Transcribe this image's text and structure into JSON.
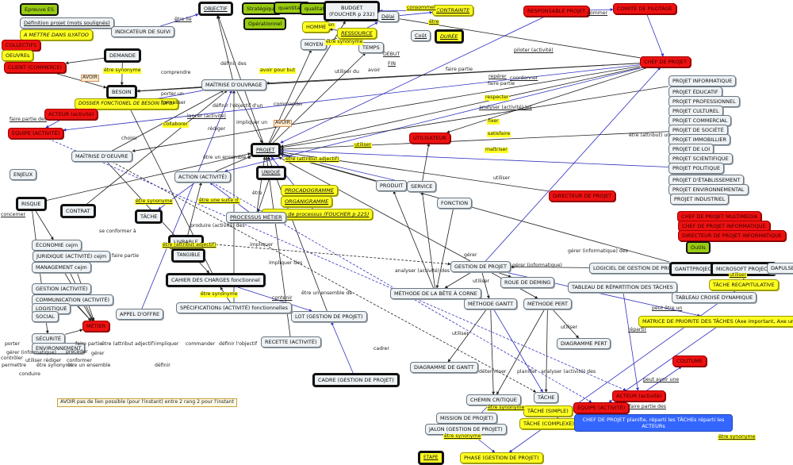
{
  "colors": {
    "red": "#ee1111",
    "yellow": "#ffff22",
    "green": "#99cc11",
    "blue": "#3366ff",
    "grey": "#eef2f5",
    "link_black": "#222222",
    "link_blue": "#3030c0"
  },
  "nodes": [
    {
      "id": "epreuve",
      "text": "Epreuve ES",
      "style": "green"
    },
    {
      "id": "definition",
      "text": "Définition projet (mots soulignés)",
      "style": "grey underline"
    },
    {
      "id": "mettre",
      "text": "A METTRE DANS ILYATOO",
      "style": "yellow italic"
    },
    {
      "id": "collectifs",
      "text": "COLLECTIFS",
      "style": "red"
    },
    {
      "id": "oeuvres",
      "text": "OEUVREs",
      "style": "yellow"
    },
    {
      "id": "client",
      "text": "CLIENT (COMMERCE)",
      "style": "red"
    },
    {
      "id": "indicateur",
      "text": "INDICATEUR DE SUIVI",
      "style": "grey"
    },
    {
      "id": "objectif",
      "text": "OBJECTIF",
      "style": "grey bold underline"
    },
    {
      "id": "strategique",
      "text": "Stratégique",
      "style": "green"
    },
    {
      "id": "quantitatif",
      "text": "quantitatif",
      "style": "green"
    },
    {
      "id": "qualitatif",
      "text": "qualitatif",
      "style": "green"
    },
    {
      "id": "operationnel",
      "text": "Opérationnel",
      "style": "green"
    },
    {
      "id": "budget",
      "text": "BUDGET\n(FOUCHER p 232)",
      "style": "grey bold"
    },
    {
      "id": "delai",
      "text": "Délai",
      "style": "grey underline"
    },
    {
      "id": "contrainte",
      "text": "CONTRAINTE",
      "style": "yellow italic underline"
    },
    {
      "id": "cout",
      "text": "Coût",
      "style": "grey underline"
    },
    {
      "id": "duree",
      "text": "DURÉE",
      "style": "yellow bold italic underline"
    },
    {
      "id": "homme",
      "text": "HOMME",
      "style": "yellow"
    },
    {
      "id": "ressource",
      "text": "RESSOURCE",
      "style": "yellow italic underline"
    },
    {
      "id": "moyen",
      "text": "MOYEN",
      "style": "grey"
    },
    {
      "id": "temps",
      "text": "TEMPS",
      "style": "grey"
    },
    {
      "id": "demande",
      "text": "DEMANDE",
      "style": "grey bold"
    },
    {
      "id": "besoin",
      "text": "BESOIN",
      "style": "grey bold"
    },
    {
      "id": "dfb",
      "text": "DOSSIER FONCTIONEL DE BESOIN (DFB)",
      "style": "yellow italic large"
    },
    {
      "id": "acteur1",
      "text": "ACTEUR (activité)",
      "style": "red"
    },
    {
      "id": "equipe1",
      "text": "ÉQUIPE (ACTIVITÉ)",
      "style": "red"
    },
    {
      "id": "moa",
      "text": "MAÎTRISE D'OUVRAGE",
      "style": "grey"
    },
    {
      "id": "moe",
      "text": "MAÎTRISE D'OEUVRE",
      "style": "grey"
    },
    {
      "id": "enjeux",
      "text": "ENJEUX",
      "style": "grey"
    },
    {
      "id": "responsable",
      "text": "RESPONSABLE PROJET",
      "style": "red"
    },
    {
      "id": "comite",
      "text": "COMITÉ DE PILOTAGE",
      "style": "red"
    },
    {
      "id": "chef",
      "text": "CHEF DE PROJET",
      "style": "red"
    },
    {
      "id": "projet",
      "text": "PROJET",
      "style": "grey bold underline"
    },
    {
      "id": "unique",
      "text": "UNIQUE",
      "style": "grey bold underline large"
    },
    {
      "id": "utilisateur",
      "text": "UTILISATEUR",
      "style": "red"
    },
    {
      "id": "produit",
      "text": "PRODUIT",
      "style": "grey"
    },
    {
      "id": "service",
      "text": "SERVICE",
      "style": "grey"
    },
    {
      "id": "fonction",
      "text": "FONCTION",
      "style": "grey"
    },
    {
      "id": "directeur",
      "text": "DIRECTEUR DE PROJET",
      "style": "red"
    },
    {
      "id": "action",
      "text": "ACTION (ACTIVITÉ)",
      "style": "grey"
    },
    {
      "id": "tache1",
      "text": "TÂCHE",
      "style": "grey bold"
    },
    {
      "id": "risque",
      "text": "RISQUE",
      "style": "grey bold"
    },
    {
      "id": "contrat",
      "text": "CONTRAT",
      "style": "grey bold"
    },
    {
      "id": "procadogramme",
      "text": "PROCADOGRAMME",
      "style": "yellow italic underline"
    },
    {
      "id": "organigramme",
      "text": "ORGANIGRAMME",
      "style": "yellow italic underline"
    },
    {
      "id": "schema",
      "text": "Schéma de processus (FOUCHER p 225)",
      "style": "yellow italic underline"
    },
    {
      "id": "processus",
      "text": "PROCESSUS MÉTIER",
      "style": "grey underline"
    },
    {
      "id": "livrable",
      "text": "LIVRABLE",
      "style": "grey bold"
    },
    {
      "id": "tangible",
      "text": "TANGIBLE",
      "style": "grey bold large"
    },
    {
      "id": "cahier",
      "text": "CAHIER DES CHARGES fonctionnel",
      "style": "grey bold"
    },
    {
      "id": "specifications",
      "text": "SPÉCIFICATIONs (ACTIVITÉ) fonctionnelles",
      "style": "grey"
    },
    {
      "id": "appel",
      "text": "APPEL D'OFFRE",
      "style": "grey"
    },
    {
      "id": "lot",
      "text": "LOT (GESTION DE PROJET)",
      "style": "grey"
    },
    {
      "id": "recette",
      "text": "RECETTE (ACTIVITÉ)",
      "style": "grey"
    },
    {
      "id": "cadre",
      "text": "CADRE (GESTION DE PROJET)",
      "style": "grey bold"
    },
    {
      "id": "economie",
      "text": "ÉCONOMIE cejm",
      "style": "grey"
    },
    {
      "id": "juridique",
      "text": "JURIDIQUE (ACTIVITÉ) cejm",
      "style": "grey"
    },
    {
      "id": "management",
      "text": "MANAGEMENT cejm",
      "style": "grey"
    },
    {
      "id": "gestion",
      "text": "GESTION (ACTIVITÉ)",
      "style": "grey"
    },
    {
      "id": "communication",
      "text": "COMMUNICATION (ACTIVITÉ)",
      "style": "grey"
    },
    {
      "id": "logistique",
      "text": "LOGISTIQUE",
      "style": "grey"
    },
    {
      "id": "social",
      "text": "SOCIAL",
      "style": "grey"
    },
    {
      "id": "metier",
      "text": "MÉTIER",
      "style": "red"
    },
    {
      "id": "securite",
      "text": "SÉCURITÉ",
      "style": "grey"
    },
    {
      "id": "environnement",
      "text": "ENVIRONNEMENT",
      "style": "grey"
    },
    {
      "id": "p_info",
      "text": "PROJET INFORMATIQUE",
      "style": "grey"
    },
    {
      "id": "p_educ",
      "text": "PROJET ÉDUCATIF",
      "style": "grey"
    },
    {
      "id": "p_prof",
      "text": "PROJET PROFESSIONNEL",
      "style": "grey"
    },
    {
      "id": "p_cult",
      "text": "PROJET CULTUREL",
      "style": "grey"
    },
    {
      "id": "p_comm",
      "text": "PROJET COMMERCIAL",
      "style": "grey"
    },
    {
      "id": "p_soc",
      "text": "PROJET DE SOCIÉTÉ",
      "style": "grey"
    },
    {
      "id": "p_immo",
      "text": "PROJET IMMOBILLIER",
      "style": "grey"
    },
    {
      "id": "p_loi",
      "text": "PROJET DE LOI",
      "style": "grey"
    },
    {
      "id": "p_sci",
      "text": "PROJET SCIENTIFIQUE",
      "style": "grey"
    },
    {
      "id": "p_pol",
      "text": "PROJET POLITIQUE",
      "style": "grey"
    },
    {
      "id": "p_etab",
      "text": "PROJET D'ÉTABLISSEMENT",
      "style": "grey"
    },
    {
      "id": "p_env",
      "text": "PROJET ENVIRONNEMENTAL",
      "style": "grey"
    },
    {
      "id": "p_ind",
      "text": "PROJET INDUSTRIEL",
      "style": "grey"
    },
    {
      "id": "chef_multi",
      "text": "CHEF DE PROJET MULTIMEDIA",
      "style": "red"
    },
    {
      "id": "chef_info",
      "text": "CHEF DE PROJET INFORMATIQUE",
      "style": "red"
    },
    {
      "id": "dir_info",
      "text": "DIRECTEUR DE PROJET INFORMATIQUE",
      "style": "red"
    },
    {
      "id": "outils",
      "text": "Outils",
      "style": "green"
    },
    {
      "id": "gestion_projet",
      "text": "GESTION DE PROJET",
      "style": "grey"
    },
    {
      "id": "logiciel",
      "text": "LOGICIEL DE GESTION DE PROJET",
      "style": "grey"
    },
    {
      "id": "ganttproject",
      "text": "GANTTPROJECT",
      "style": "grey bold"
    },
    {
      "id": "msproject",
      "text": "MICROSOFT PROJECT",
      "style": "grey bold"
    },
    {
      "id": "dapulse",
      "text": "DAPULSE",
      "style": "grey"
    },
    {
      "id": "deming",
      "text": "ROUE DE DEMING",
      "style": "grey"
    },
    {
      "id": "repartition",
      "text": "TABLEAU DE RÉPARTITION DES TÂCHES",
      "style": "grey"
    },
    {
      "id": "recap",
      "text": "TÂCHE RECAPITULATIVE",
      "style": "yellow"
    },
    {
      "id": "croise",
      "text": "TABLEAU CROISÉ DYNAMIQUE",
      "style": "grey"
    },
    {
      "id": "bete",
      "text": "MÉTHODE DE LA BÊTE À CORNE",
      "style": "grey"
    },
    {
      "id": "gantt",
      "text": "MÉTHODE GANTT",
      "style": "grey"
    },
    {
      "id": "pert",
      "text": "MÉTHODE PERT",
      "style": "grey"
    },
    {
      "id": "matrice",
      "text": "MATRICE DE PRIORITE DES TÂCHES (Axe important, Axe urgent)",
      "style": "yellow"
    },
    {
      "id": "diag_pert",
      "text": "DIAGRAMME PERT",
      "style": "grey"
    },
    {
      "id": "diag_gantt",
      "text": "DIAGRAMME DE GANTT",
      "style": "grey"
    },
    {
      "id": "chemin",
      "text": "CHEMIN CRITIQUE",
      "style": "grey"
    },
    {
      "id": "tache2",
      "text": "TÂCHE",
      "style": "grey"
    },
    {
      "id": "tache_simple",
      "text": "TÂCHE (SIMPLE)",
      "style": "yellow"
    },
    {
      "id": "tache_complexe",
      "text": "TÂCHE (COMPLEXE)",
      "style": "yellow"
    },
    {
      "id": "mission",
      "text": "MISSION DE PROJET)",
      "style": "grey"
    },
    {
      "id": "jalon",
      "text": "JALON (GESTION DE PROJET)",
      "style": "grey"
    },
    {
      "id": "etape",
      "text": "ETAPE",
      "style": "yellow bold underline large"
    },
    {
      "id": "phase",
      "text": "PHASE (GESTION DE PROJET)",
      "style": "yellow"
    },
    {
      "id": "coutume",
      "text": "COUTUME",
      "style": "red"
    },
    {
      "id": "acteur2",
      "text": "ACTEUR (activité)",
      "style": "red"
    },
    {
      "id": "equipe2",
      "text": "ÉQUIPE (ACTIVITÉ)",
      "style": "red"
    },
    {
      "id": "chef_note",
      "text": "CHEF DE PROJET planifie, réparti les TÂCHEs réparti les ACTEURs",
      "style": "blue"
    }
  ],
  "link_labels": [
    {
      "id": "l_etre_lie",
      "text": "être lié",
      "style": "u"
    },
    {
      "id": "l_avoir1",
      "text": "AVOIR",
      "style": "hlo"
    },
    {
      "id": "l_synonyme_demande",
      "text": "être synonyme",
      "style": "hl"
    },
    {
      "id": "l_comprendre",
      "text": "comprendre",
      "style": ""
    },
    {
      "id": "l_porter_un",
      "text": "porter un",
      "style": ""
    },
    {
      "id": "l_formaliser",
      "text": "formaliser",
      "style": ""
    },
    {
      "id": "l_definir_des",
      "text": "définir des",
      "style": ""
    },
    {
      "id": "l_avoir_but",
      "text": "avoir pour but",
      "style": "hl"
    },
    {
      "id": "l_definir_objectif",
      "text": "définir l'objectif d'un",
      "style": ""
    },
    {
      "id": "l_commander",
      "text": "commander",
      "style": ""
    },
    {
      "id": "l_lancer",
      "text": "lancer (activité)",
      "style": "u"
    },
    {
      "id": "l_collaborer",
      "text": "collaborer",
      "style": "hl"
    },
    {
      "id": "l_rediger",
      "text": "rédiger",
      "style": ""
    },
    {
      "id": "l_impliquer_un",
      "text": "impliquer un",
      "style": ""
    },
    {
      "id": "l_avoir2",
      "text": "AVOIR",
      "style": "hlo"
    },
    {
      "id": "l_choisir",
      "text": "choisir",
      "style": ""
    },
    {
      "id": "l_faire_partie_des1",
      "text": "faire partie des",
      "style": "u"
    },
    {
      "id": "l_ensemble_d",
      "text": "être un ensemble d'",
      "style": ""
    },
    {
      "id": "l_attribut_adj",
      "text": "être (attribut adjectif)",
      "style": "hl u"
    },
    {
      "id": "l_utiliser_hl",
      "text": "utiliser",
      "style": "hl u"
    },
    {
      "id": "l_consommer",
      "text": "consommer",
      "style": "hl u"
    },
    {
      "id": "l_etre",
      "text": "être",
      "style": "hl u"
    },
    {
      "id": "l_en",
      "text": "en",
      "style": "hl"
    },
    {
      "id": "l_synonyme_res",
      "text": "être synonyme",
      "style": "hl"
    },
    {
      "id": "l_debut",
      "text": "DÉBUT",
      "style": "u"
    },
    {
      "id": "l_fin",
      "text": "FIN",
      "style": "u"
    },
    {
      "id": "l_avoir3",
      "text": "avoir",
      "style": ""
    },
    {
      "id": "l_utiliser_du",
      "text": "utiliser du",
      "style": ""
    },
    {
      "id": "l_faire_partie1",
      "text": "faire partie",
      "style": ""
    },
    {
      "id": "l_nommer",
      "text": "nommer",
      "style": "u"
    },
    {
      "id": "l_piloter",
      "text": "piloter (activité)",
      "style": "u"
    },
    {
      "id": "l_reperer",
      "text": "repérer",
      "style": "u"
    },
    {
      "id": "l_coordonner",
      "text": "coordonner",
      "style": "u"
    },
    {
      "id": "l_faire_partie2",
      "text": "faire partie",
      "style": ""
    },
    {
      "id": "l_respecter",
      "text": "respecter",
      "style": "hl"
    },
    {
      "id": "l_analyser_les",
      "text": "analyser (activité) les",
      "style": "u"
    },
    {
      "id": "l_fixer",
      "text": "fixer",
      "style": "hl"
    },
    {
      "id": "l_satisfaire",
      "text": "satisfaire",
      "style": "hl"
    },
    {
      "id": "l_maitriser",
      "text": "maîtriser",
      "style": "hl"
    },
    {
      "id": "l_etre_attribut_un",
      "text": "être (attribut) un",
      "style": ""
    },
    {
      "id": "l_utiliser2",
      "text": "utiliser",
      "style": ""
    },
    {
      "id": "l_synonyme_tache",
      "text": "être synonyme",
      "style": "hl u"
    },
    {
      "id": "l_etre2",
      "text": "être",
      "style": ""
    },
    {
      "id": "l_suite",
      "text": "être une suite d'",
      "style": "hl u"
    },
    {
      "id": "l_produire",
      "text": "produire (activité) des",
      "style": ""
    },
    {
      "id": "l_attribut_liv",
      "text": "être (attribut adjectif)",
      "style": "hl u"
    },
    {
      "id": "l_se_conformer",
      "text": "se conformer à",
      "style": ""
    },
    {
      "id": "l_concerner",
      "text": "concerner",
      "style": "u"
    },
    {
      "id": "l_faire_partie3",
      "text": "faire partie",
      "style": ""
    },
    {
      "id": "l_impliquer",
      "text": "impliquer",
      "style": ""
    },
    {
      "id": "l_impliquer_des",
      "text": "impliquer des",
      "style": ""
    },
    {
      "id": "l_synonyme_cdc",
      "text": "être synonyme",
      "style": "hl"
    },
    {
      "id": "l_contenir",
      "text": "contenir",
      "style": "u"
    },
    {
      "id": "l_ensemble_de",
      "text": "être un ensemble de",
      "style": ""
    },
    {
      "id": "l_gerer",
      "text": "gérer",
      "style": ""
    },
    {
      "id": "l_analyser_des",
      "text": "analyser (activité) des",
      "style": ""
    },
    {
      "id": "l_gerer_info_des",
      "text": "gérer (informatique) des",
      "style": ""
    },
    {
      "id": "l_gerer_info",
      "text": "gérer (informatique)",
      "style": ""
    },
    {
      "id": "l_utiliser3",
      "text": "utiliser",
      "style": ""
    },
    {
      "id": "l_utiliser_ms",
      "text": "utiliser",
      "style": "hl u"
    },
    {
      "id": "l_peut_etre_un",
      "text": "peut être un",
      "style": "u"
    },
    {
      "id": "l_repartir",
      "text": "répartir",
      "style": "u"
    },
    {
      "id": "l_utiliser_pert",
      "text": "utiliser",
      "style": ""
    },
    {
      "id": "l_utiliser_gantt",
      "text": "utiliser",
      "style": ""
    },
    {
      "id": "l_cadrer",
      "text": "cadrer",
      "style": ""
    },
    {
      "id": "l_determiner",
      "text": "déterminer",
      "style": ""
    },
    {
      "id": "l_planifier",
      "text": "planifier",
      "style": ""
    },
    {
      "id": "l_analyser_des2",
      "text": "analyser (activité) des",
      "style": ""
    },
    {
      "id": "l_synonyme_chemin",
      "text": "être synonyme",
      "style": "hl u"
    },
    {
      "id": "l_synonyme_jalon",
      "text": "être synonyme",
      "style": "hl u"
    },
    {
      "id": "l_peut_avoir",
      "text": "peut avoir une",
      "style": "u"
    },
    {
      "id": "l_faire_partie_des2",
      "text": "faire partie des",
      "style": "u"
    },
    {
      "id": "l_synonyme_phase",
      "text": "être synonyme",
      "style": "hl u"
    }
  ],
  "legend": {
    "words": [
      "porter",
      "faire partie",
      "être (attribut adjectif)",
      "impliquer",
      "commander",
      "définir l'objectif",
      "gérer (informatique)",
      "précéder",
      "gérer",
      "contrôler",
      "utiliser rédiger",
      "conformer",
      "permettre",
      "être synonyme",
      "être un ensemble",
      "définir",
      "conduire"
    ],
    "note": "AVOIR pas de lien possible (pour l'instant) entre 2 rang 2 pour l'instant"
  }
}
